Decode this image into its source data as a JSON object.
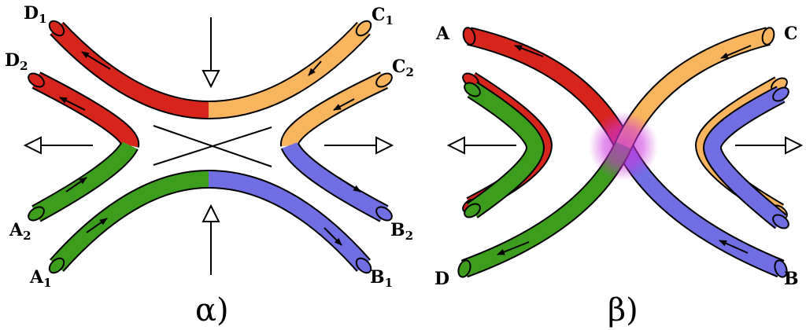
{
  "colors": {
    "red": "#d7241d",
    "orange": "#f9b45e",
    "green": "#3d9d1c",
    "blue": "#6f6fe3",
    "reconnection_glow": "#cc33dd",
    "outline": "#000000"
  },
  "panel_a": {
    "caption": "α)",
    "labels": {
      "D1": {
        "main": "D",
        "sub": "1"
      },
      "D2": {
        "main": "D",
        "sub": "2"
      },
      "C1": {
        "main": "C",
        "sub": "1"
      },
      "C2": {
        "main": "C",
        "sub": "2"
      },
      "A1": {
        "main": "A",
        "sub": "1"
      },
      "A2": {
        "main": "A",
        "sub": "2"
      },
      "B1": {
        "main": "B",
        "sub": "1"
      },
      "B2": {
        "main": "B",
        "sub": "2"
      }
    }
  },
  "panel_b": {
    "caption": "β)",
    "labels": {
      "A": "A",
      "B": "B",
      "C": "C",
      "D": "D"
    }
  }
}
